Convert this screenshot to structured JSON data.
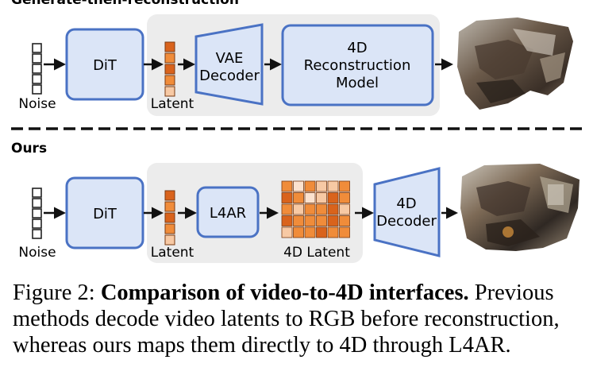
{
  "top": {
    "section_title": "Generate-then-reconstruction",
    "noise_label": "Noise",
    "dit_label": "DiT",
    "latent_label": "Latent",
    "vae_label_line1": "VAE",
    "vae_label_line2": "Decoder",
    "recon_line1": "4D",
    "recon_line2": "Reconstruction",
    "recon_line3": "Model"
  },
  "bottom": {
    "section_title": "Ours",
    "noise_label": "Noise",
    "dit_label": "DiT",
    "latent_label": "Latent",
    "l4ar_label": "L4AR",
    "latent4d_label": "4D Latent",
    "decoder_line1": "4D",
    "decoder_line2": "Decoder"
  },
  "caption": {
    "prefix": "Figure 2: ",
    "bold": "Comparison of video-to-4D interfaces.",
    "rest": " Previous methods decode video latents to RGB before reconstruction, whereas ours maps them directly to 4D through L4AR."
  },
  "colors": {
    "box_fill": "#dbe5f7",
    "box_stroke": "#4a72c4",
    "panel_fill": "#ececec",
    "latent_dark": "#d9631c",
    "latent_mid": "#f08c3a",
    "latent_light": "#f7c9a4",
    "latent_pale": "#fbe2cf"
  }
}
